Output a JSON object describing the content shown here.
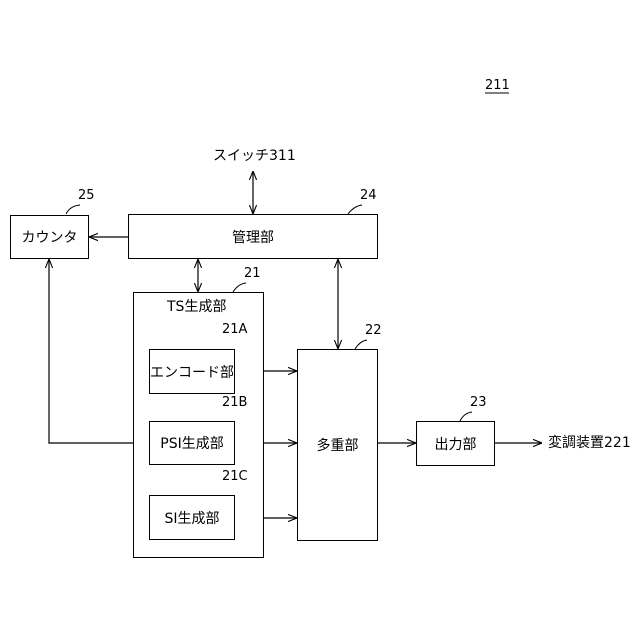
{
  "figure_number": "211",
  "switch_label": "スイッチ311",
  "modulator_label": "変調装置221",
  "blocks": {
    "counter": {
      "label": "カウンタ",
      "ref": "25"
    },
    "manager": {
      "label": "管理部",
      "ref": "24"
    },
    "ts_generator": {
      "label": "TS生成部",
      "ref": "21"
    },
    "encoder": {
      "label": "エンコード部",
      "ref": "21A"
    },
    "psi_generator": {
      "label": "PSI生成部",
      "ref": "21B"
    },
    "si_generator": {
      "label": "SI生成部",
      "ref": "21C"
    },
    "multiplexer": {
      "label": "多重部",
      "ref": "22"
    },
    "output": {
      "label": "出力部",
      "ref": "23"
    }
  }
}
